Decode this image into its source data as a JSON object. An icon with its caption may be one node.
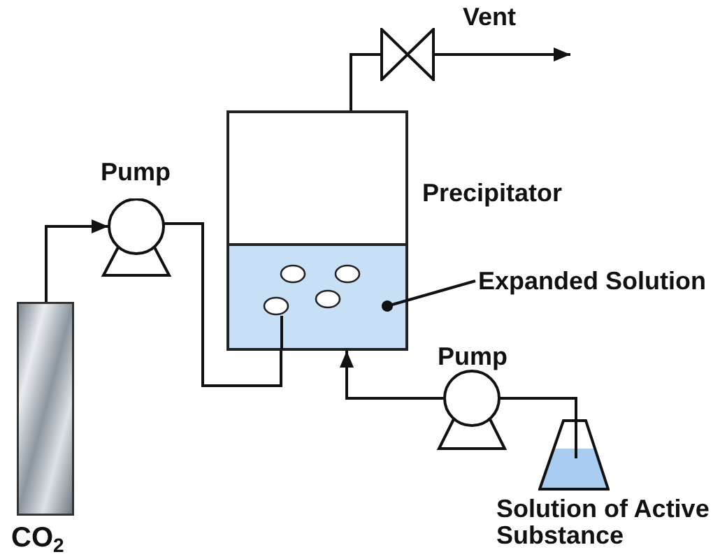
{
  "diagram": {
    "nodes": [
      {
        "text": [
          "CO$_{2}$"
        ]
      },
      {
        "text": [
          "Pump"
        ]
      },
      {
        "text": [
          "Precipitator"
        ]
      },
      {
        "text": [],
        "shape": "box",
        "in": 2
      },
      {
        "text": [
          "Expanded Solution"
        ]
      },
      {
        "text": [],
        "shape": "valve"
      },
      {
        "text": [
          "Pump"
        ]
      },
      {
        "text": [
          "Solution of Active Substance"
        ]
      }
    ],
    "edges": [
      {
        "from": 0,
        "to": 1,
        "arrow": "to"
      },
      {
        "from": 1,
        "to": 2,
        "arrow": "none"
      },
      {
        "from": 2,
        "to": 5,
        "arrow": "none"
      },
      {
        "from": 5,
        "to": null,
        "arrow": "to",
        "label": "Vent"
      },
      {
        "from": 4,
        "to": 3,
        "arrow": "other"
      },
      {
        "from": 7,
        "to": 6,
        "arrow": "none"
      },
      {
        "from": 6,
        "to": 2,
        "arrow": "to"
      }
    ]
  }
}
